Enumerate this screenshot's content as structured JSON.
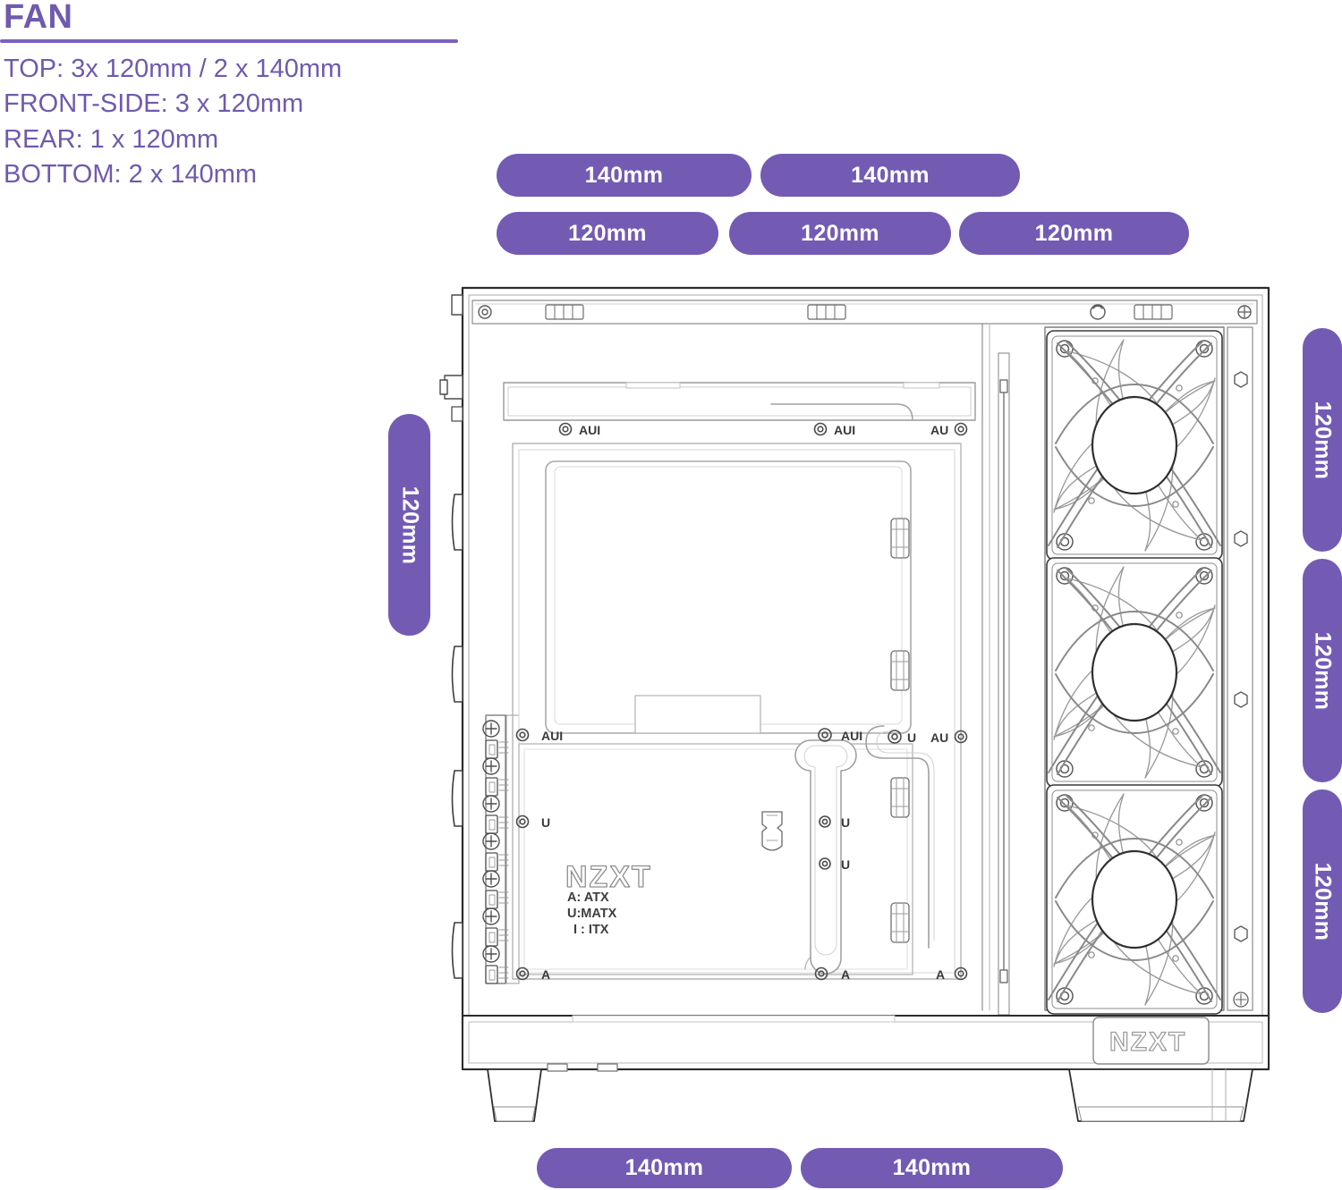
{
  "header": {
    "title": "FAN",
    "accent_color": "#6F5AAE",
    "rule_color": "#7B62BE"
  },
  "specs": [
    "TOP: 3x 120mm / 2 x 140mm",
    "FRONT-SIDE: 3 x 120mm",
    "REAR: 1 x 120mm",
    "BOTTOM: 2 x 140mm"
  ],
  "badge_color": "#735BB4",
  "badges": {
    "top_140": [
      {
        "label": "140mm"
      },
      {
        "label": "140mm"
      }
    ],
    "top_120": [
      {
        "label": "120mm"
      },
      {
        "label": "120mm"
      },
      {
        "label": "120mm"
      }
    ],
    "left": [
      {
        "label": "120mm"
      }
    ],
    "right": [
      {
        "label": "120mm"
      },
      {
        "label": "120mm"
      },
      {
        "label": "120mm"
      }
    ],
    "bottom": [
      {
        "label": "140mm"
      },
      {
        "label": "140mm"
      }
    ]
  },
  "case_drawing": {
    "brand": "NZXT",
    "standoff_legend": [
      "A: ATX",
      "U: MATX",
      "I : ITX"
    ],
    "standoff_marks": {
      "top_row": [
        "AUI",
        "AUI",
        "AU"
      ],
      "mid_row_left": [
        "AUI",
        "U"
      ],
      "mid_row_rail": [
        "AUI",
        "U",
        "U"
      ],
      "mid_row_right": [
        "U",
        "AU"
      ],
      "bottom_row": [
        "A",
        "A",
        "A"
      ]
    },
    "front_fans": 3,
    "pci_slots": 7,
    "badge_logo": "NZXT"
  }
}
